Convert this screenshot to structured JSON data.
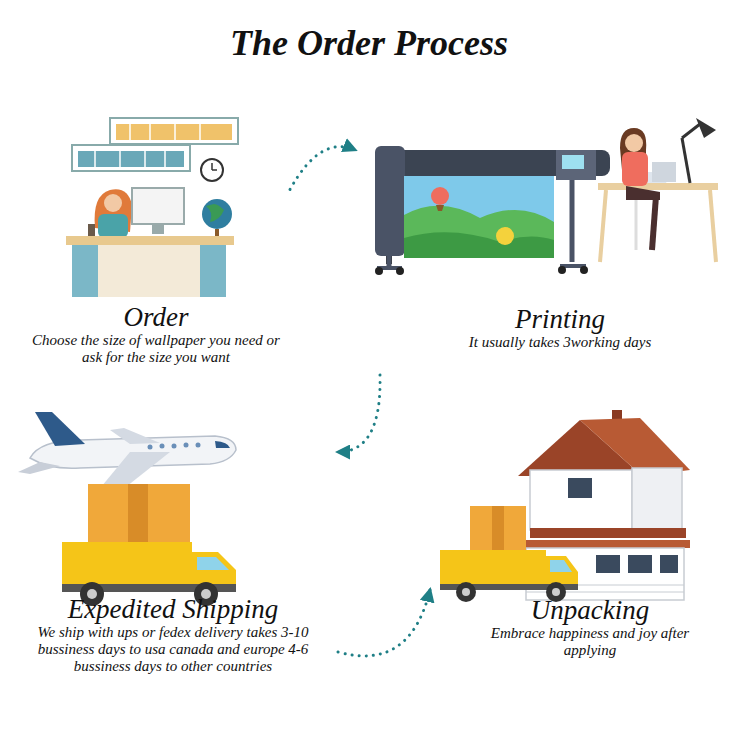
{
  "diagram": {
    "title": "The Order Process",
    "nodes": [
      {
        "text": [
          "Order",
          "Choose the size of wallpaper you need or ask for the size you want"
        ]
      },
      {
        "text": [
          "Printing",
          "It usually takes 3working days"
        ]
      },
      {
        "text": [
          "Expedited Shipping",
          "We ship with ups or fedex delivery takes 3-10 bussiness days to usa canada and europe 4-6 bussiness days to other countries"
        ]
      },
      {
        "text": [
          "Unpacking",
          "Embrace happiness and joy after applying"
        ]
      }
    ],
    "edges": [
      {
        "from": 0,
        "to": 1,
        "arrow": "to"
      },
      {
        "from": 1,
        "to": 2,
        "arrow": "to"
      },
      {
        "from": 2,
        "to": 3,
        "arrow": "to"
      }
    ]
  }
}
